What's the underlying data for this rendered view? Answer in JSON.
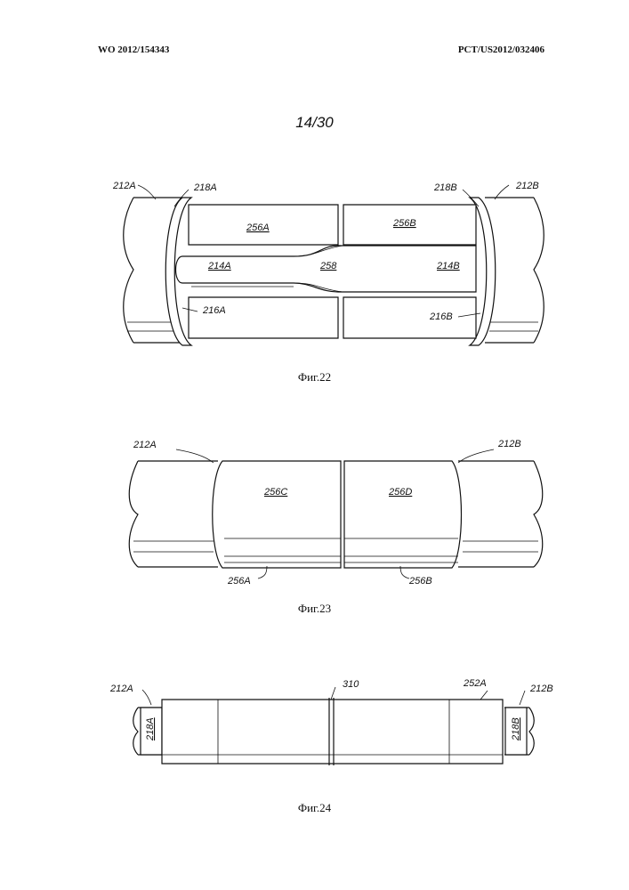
{
  "header": {
    "left": "WO 2012/154343",
    "right": "PCT/US2012/032406"
  },
  "page_number": "14/30",
  "fig22": {
    "caption": "Фиг.22",
    "labels": {
      "l212A": "212A",
      "l218A": "218A",
      "l218B": "218B",
      "l212B": "212B",
      "l256A": "256A",
      "l256B": "256B",
      "l214A": "214A",
      "l258": "258",
      "l214B": "214B",
      "l216A": "216A",
      "l216B": "216B"
    }
  },
  "fig23": {
    "caption": "Фиг.23",
    "labels": {
      "l212A": "212A",
      "l212B": "212B",
      "l256C": "256C",
      "l256D": "256D",
      "l256A": "256A",
      "l256B": "256B"
    }
  },
  "fig24": {
    "caption": "Фиг.24",
    "labels": {
      "l212A": "212A",
      "l310": "310",
      "l252A": "252A",
      "l212B": "212B",
      "l218A": "218A",
      "l218B": "218B"
    }
  }
}
